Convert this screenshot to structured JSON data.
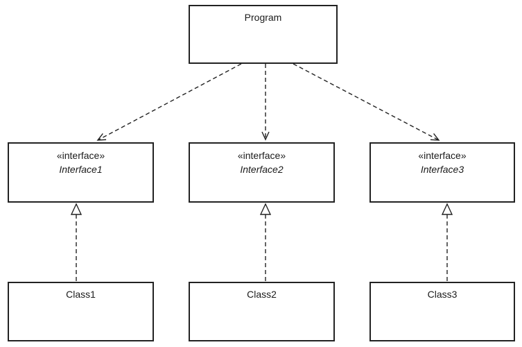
{
  "diagram": {
    "type": "uml-class-diagram",
    "colors": {
      "stroke": "#222222",
      "node_fill": "#ffffff",
      "text": "#1a1a1a",
      "background": "#ffffff"
    },
    "nodes": {
      "program": {
        "label": "Program"
      },
      "interface1": {
        "stereotype": "«interface»",
        "label": "Interface1"
      },
      "interface2": {
        "stereotype": "«interface»",
        "label": "Interface2"
      },
      "interface3": {
        "stereotype": "«interface»",
        "label": "Interface3"
      },
      "class1": {
        "label": "Class1"
      },
      "class2": {
        "label": "Class2"
      },
      "class3": {
        "label": "Class3"
      }
    },
    "edges": [
      {
        "from": "Program",
        "to": "Interface1",
        "type": "dependency",
        "line": "dashed",
        "arrowhead": "open"
      },
      {
        "from": "Program",
        "to": "Interface2",
        "type": "dependency",
        "line": "dashed",
        "arrowhead": "open"
      },
      {
        "from": "Program",
        "to": "Interface3",
        "type": "dependency",
        "line": "dashed",
        "arrowhead": "open"
      },
      {
        "from": "Class1",
        "to": "Interface1",
        "type": "realization",
        "line": "dashed",
        "arrowhead": "hollow-triangle"
      },
      {
        "from": "Class2",
        "to": "Interface2",
        "type": "realization",
        "line": "dashed",
        "arrowhead": "hollow-triangle"
      },
      {
        "from": "Class3",
        "to": "Interface3",
        "type": "realization",
        "line": "dashed",
        "arrowhead": "hollow-triangle"
      }
    ]
  }
}
